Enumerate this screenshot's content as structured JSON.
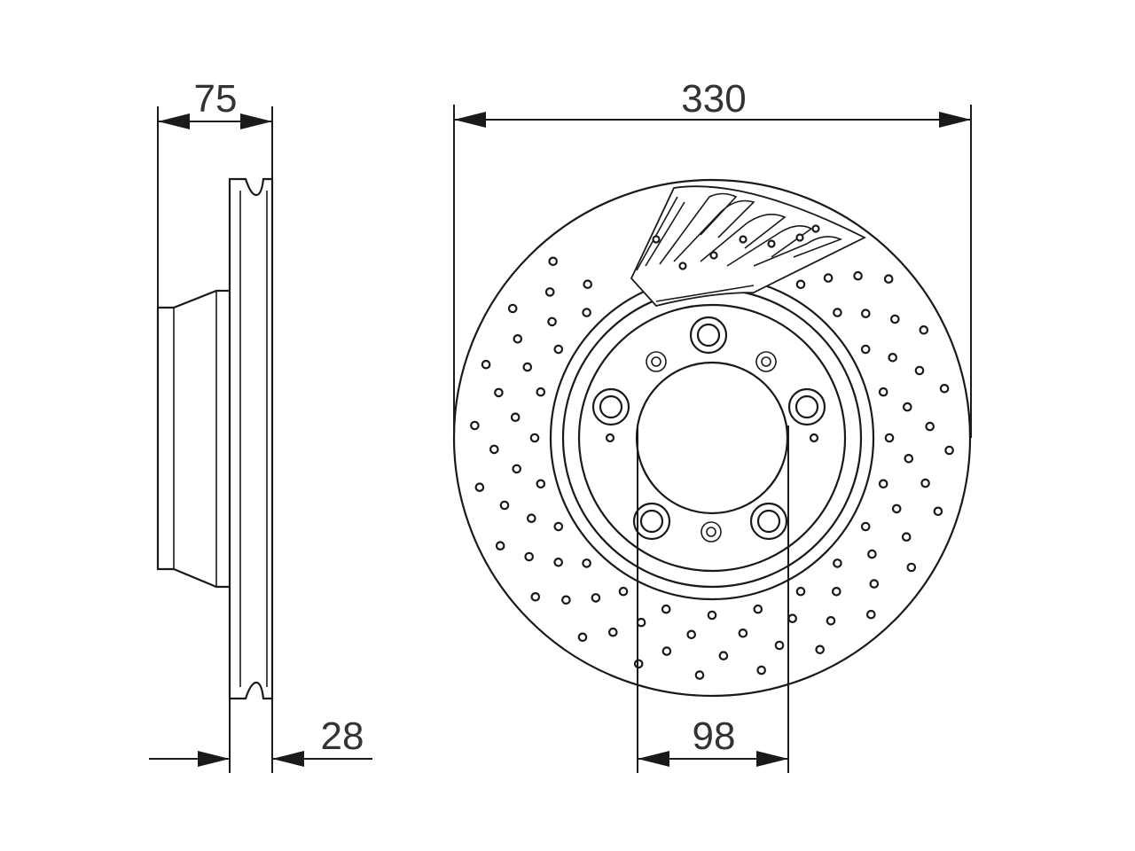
{
  "drawing": {
    "type": "brake disc technical drawing",
    "dimensions": {
      "overall_height": "75",
      "disc_thickness": "28",
      "outer_diameter": "330",
      "pitch_circle": "98"
    }
  },
  "colors": {
    "line": "#1a1a1a",
    "text": "#333333",
    "background": "#ffffff"
  }
}
